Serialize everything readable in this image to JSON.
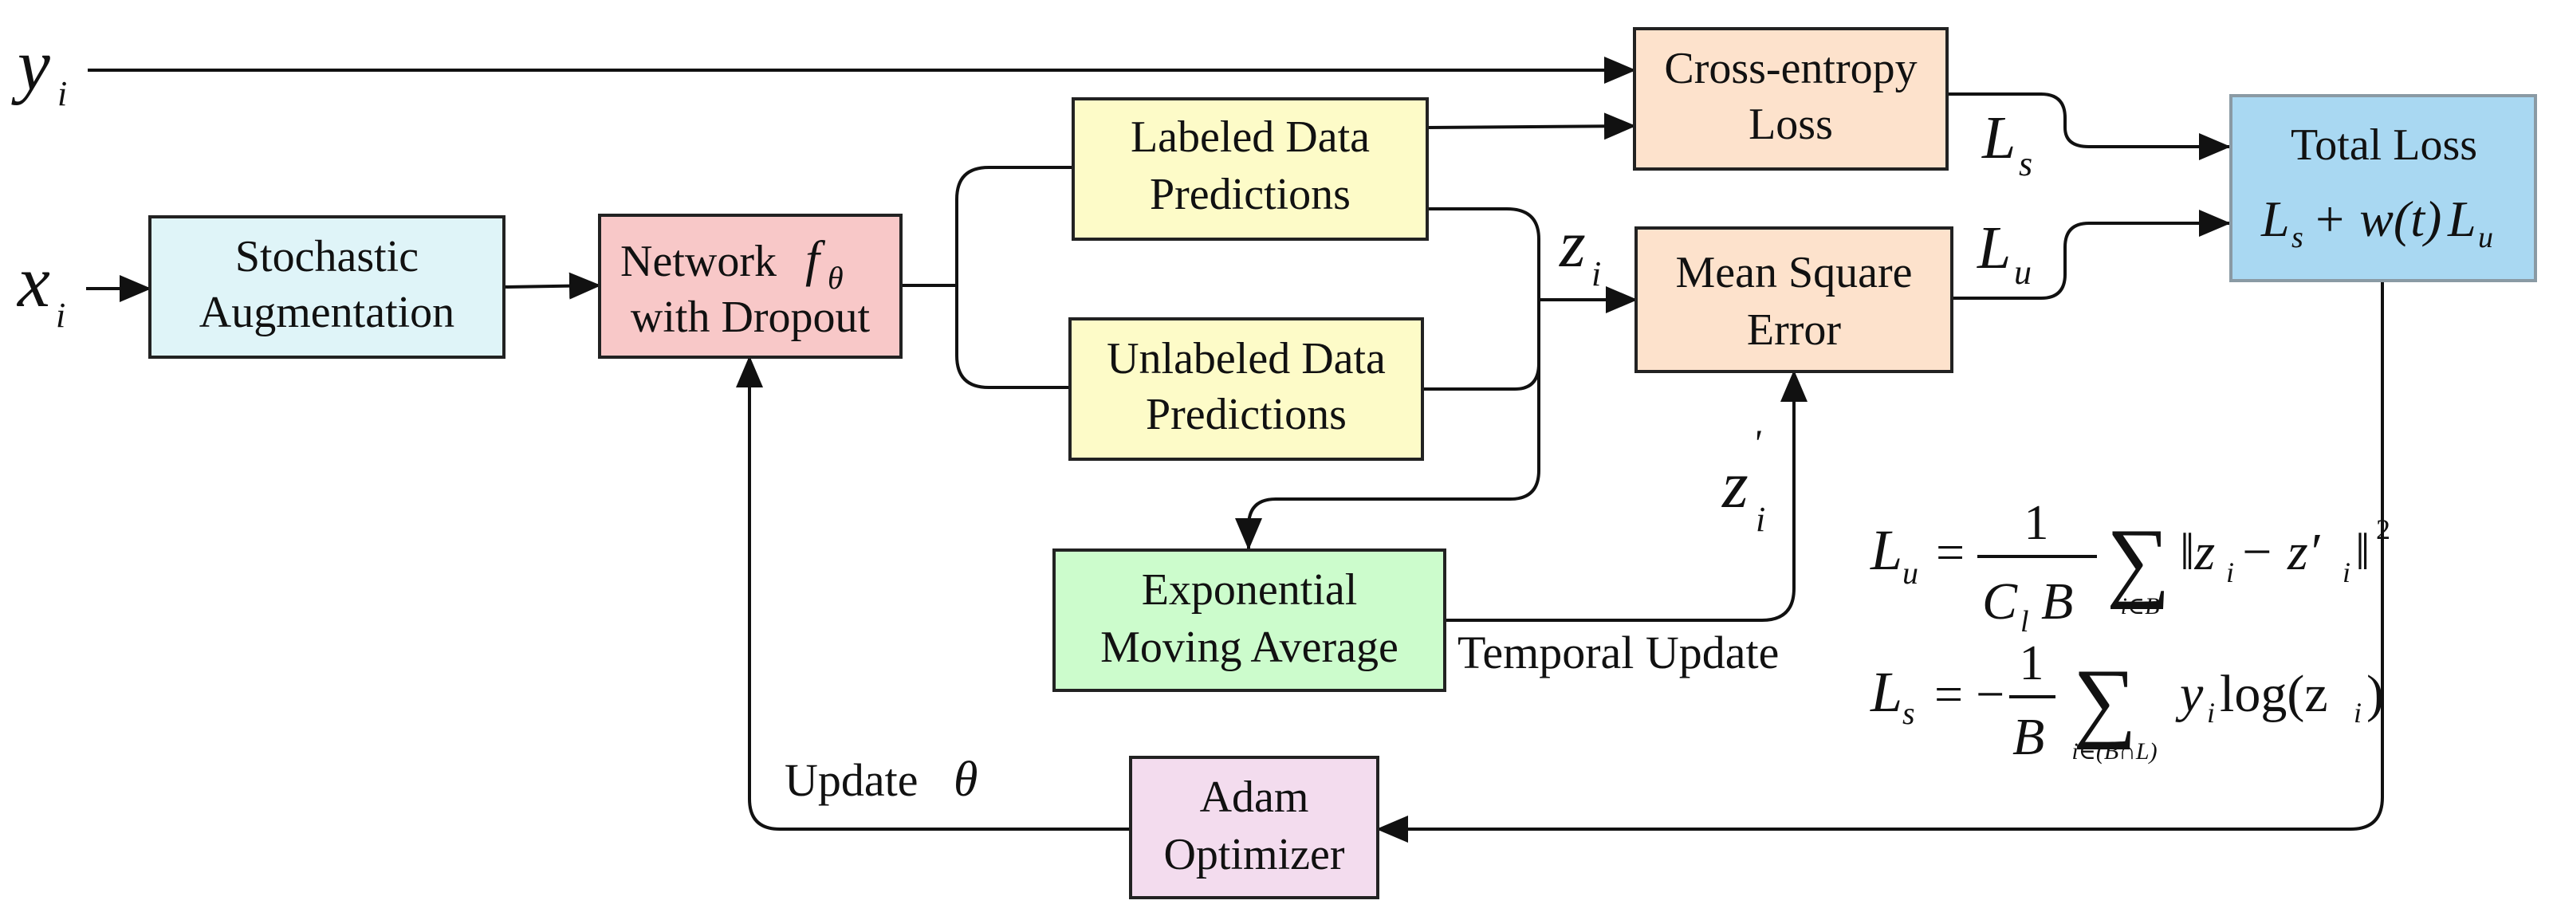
{
  "nodes": {
    "augmentation": {
      "line1": "Stochastic",
      "line2": "Augmentation",
      "color": "#dff4f8"
    },
    "network": {
      "line1": "Network",
      "line2": "with Dropout",
      "func": "f",
      "func_sub": "θ",
      "color": "#f8c8c8"
    },
    "labeled_pred": {
      "line1": "Labeled Data",
      "line2": "Predictions",
      "color": "#fdfbc8"
    },
    "unlabeled_pred": {
      "line1": "Unlabeled Data",
      "line2": "Predictions",
      "color": "#fdfbc8"
    },
    "ema": {
      "line1": "Exponential",
      "line2": "Moving Average",
      "color": "#ccfccc"
    },
    "cross_entropy": {
      "line1": "Cross-entropy",
      "line2": "Loss",
      "color": "#fde2cc"
    },
    "mse": {
      "line1": "Mean Square",
      "line2": "Error",
      "color": "#fde2cc"
    },
    "total_loss": {
      "line1": "Total Loss",
      "formula_a": "L",
      "formula_a_sub": "s",
      "formula_mid": "+ w(t)",
      "formula_b": "L",
      "formula_b_sub": "u",
      "color": "#a9d8f2"
    },
    "adam": {
      "line1": "Adam",
      "line2": "Optimizer",
      "color": "#f3dcee"
    }
  },
  "edge_labels": {
    "y_input": {
      "base": "y",
      "sub": "i"
    },
    "x_input": {
      "base": "x",
      "sub": "i"
    },
    "z": {
      "base": "z",
      "sub": "i"
    },
    "z_prime": {
      "base": "z",
      "sub": "i",
      "sup": "'"
    },
    "ls": {
      "base": "L",
      "sub": "s"
    },
    "lu": {
      "base": "L",
      "sub": "u"
    },
    "temporal_update": "Temporal Update",
    "update_theta": "Update",
    "theta": "θ"
  },
  "formulas": {
    "lu": {
      "lhs": "L",
      "lhs_sub": "u",
      "eq": "=",
      "num": "1",
      "den": "C",
      "den_sub": "l",
      "den_tail": "B",
      "sum_sub": "i∈B",
      "body": "‖z",
      "body_sub": "i",
      "body_mid": " − z′",
      "body_sub2": "i",
      "body_end": "‖",
      "power": "2"
    },
    "ls": {
      "lhs": "L",
      "lhs_sub": "s",
      "eq": "= −",
      "num": "1",
      "den": "B",
      "sum_sub": "i∈(B∩L)",
      "body": "y",
      "body_sub": "i",
      "body_mid": " log(z",
      "body_sub2": "i",
      "body_end": ")"
    }
  }
}
